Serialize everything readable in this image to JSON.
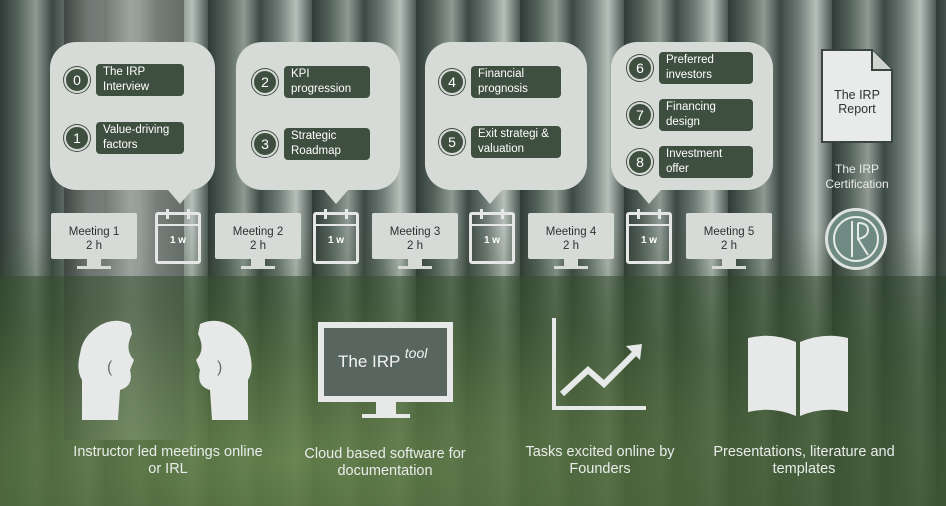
{
  "bubbles": [
    {
      "steps": [
        {
          "num": "0",
          "label": "The IRP Interview"
        },
        {
          "num": "1",
          "label": "Value-driving factors"
        }
      ]
    },
    {
      "steps": [
        {
          "num": "2",
          "label": "KPI progression"
        },
        {
          "num": "3",
          "label": "Strategic Roadmap"
        }
      ]
    },
    {
      "steps": [
        {
          "num": "4",
          "label": "Financial prognosis"
        },
        {
          "num": "5",
          "label": "Exit strategi & valuation"
        }
      ]
    },
    {
      "steps": [
        {
          "num": "6",
          "label": "Preferred investors"
        },
        {
          "num": "7",
          "label": "Financing design"
        },
        {
          "num": "8",
          "label": "Investment offer"
        }
      ]
    }
  ],
  "meetings": [
    {
      "title": "Meeting 1",
      "duration": "2 h"
    },
    {
      "title": "Meeting 2",
      "duration": "2 h"
    },
    {
      "title": "Meeting 3",
      "duration": "2 h"
    },
    {
      "title": "Meeting 4",
      "duration": "2 h"
    },
    {
      "title": "Meeting 5",
      "duration": "2 h"
    }
  ],
  "intervals": [
    "1 w",
    "1 w",
    "1 w",
    "1 w"
  ],
  "report": {
    "title": "The IRP Report"
  },
  "certification": {
    "label": "The IRP Certification"
  },
  "tool": {
    "name": "The IRP",
    "suffix": "tool"
  },
  "captions": [
    "Instructor led meetings online or IRL",
    "Cloud based software for documentation",
    "Tasks excited online by Founders",
    "Presentations, literature and templates"
  ]
}
